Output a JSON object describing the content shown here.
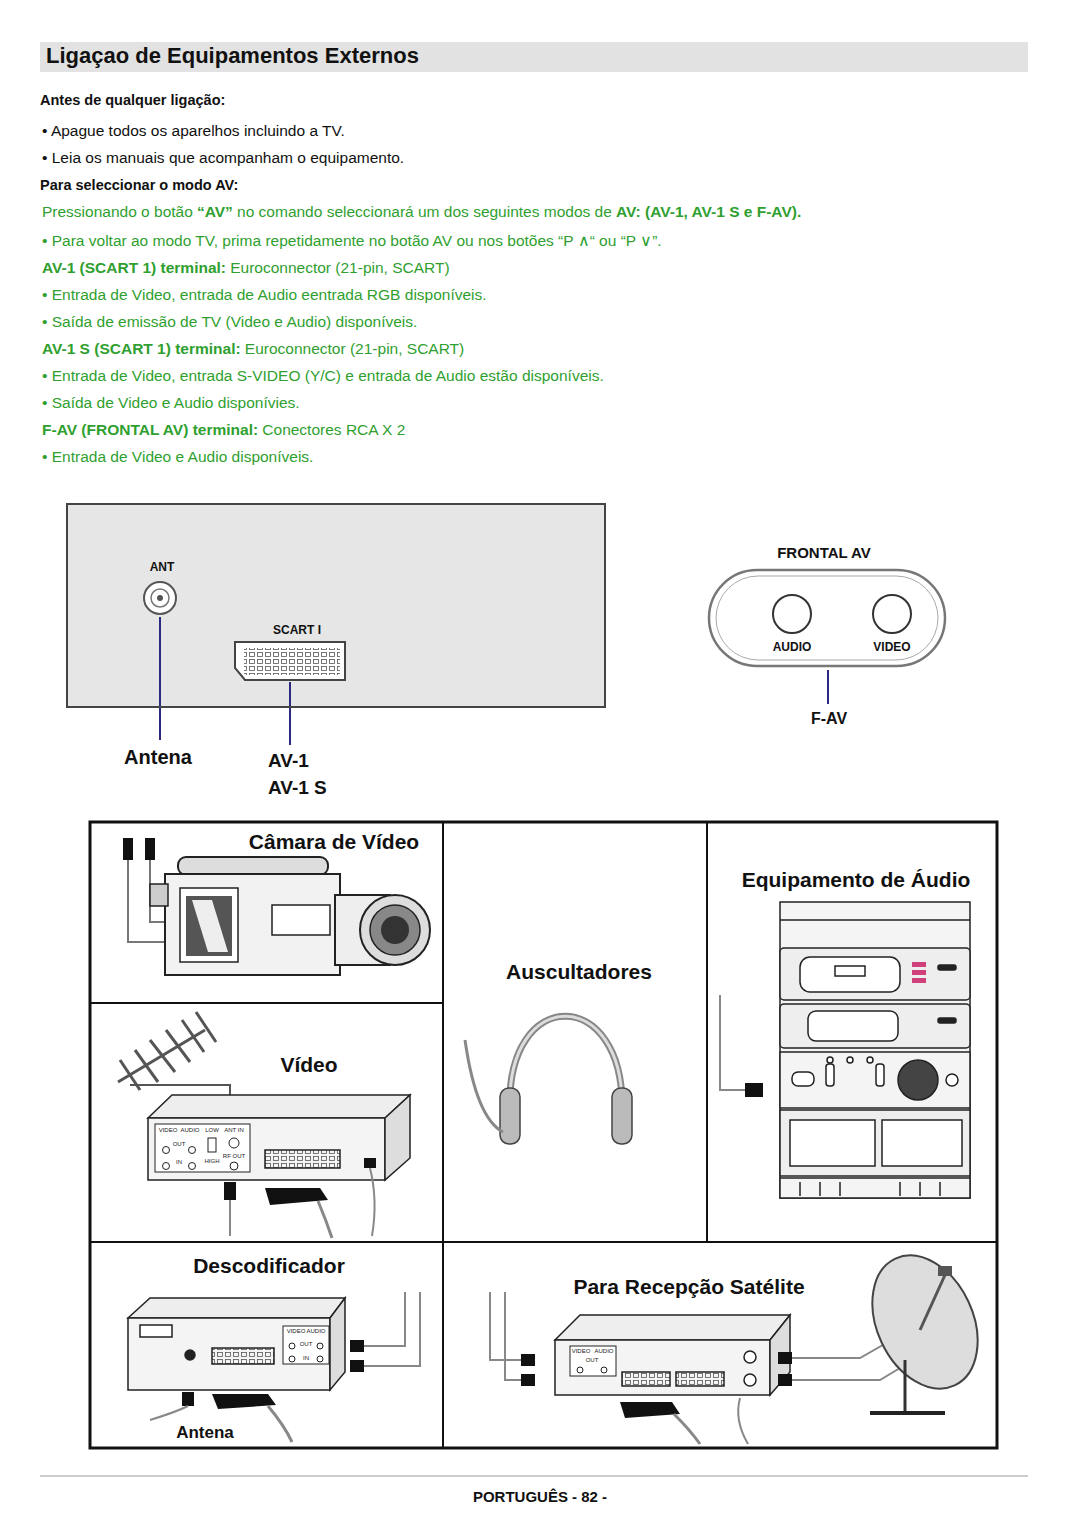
{
  "diagram": {
    "title": "Ligaçao de Equipamentos Externos",
    "nodes": [
      {
        "text": [
          "ANT",
          "SCART I"
        ]
      },
      {
        "text": [
          "FRONTAL AV",
          "AUDIO",
          "VIDEO"
        ]
      },
      {
        "text": [
          "Câmara de Vídeo"
        ]
      },
      {
        "text": [
          "Equipamento de Áudio"
        ]
      },
      {
        "text": [
          "Auscultadores"
        ]
      },
      {
        "text": [
          "Vídeo"
        ]
      },
      {
        "text": [
          "Descodificador"
        ]
      },
      {
        "text": [
          "Para Recepção Satélite"
        ]
      }
    ],
    "labels": [
      "Antes de qualquer ligação:",
      "• Apague todos os aparelhos incluindo a TV.",
      "• Leia os manuais que acompanham o equipamento.",
      "Para seleccionar o modo AV:",
      "Pressionando o botão",
      "“AV”",
      "no comando seleccionará um dos seguintes modos de",
      "AV: (AV-1, AV-1 S e F-AV).",
      "• Para voltar ao modo TV, prima repetidamente no botão AV ou nos botões “P ∧“ ou “P ∨”.",
      "AV-1 (SCART 1) terminal:",
      "Euroconnector (21-pin, SCART)",
      "• Entrada de Video, entrada de Audio eentrada RGB disponíveis.",
      "• Saída de emissão de TV (Video e Audio) disponíveis.",
      "AV-1 S (SCART 1) terminal:",
      "Euroconnector (21-pin, SCART)",
      "• Entrada de Video, entrada S-VIDEO (Y/C) e entrada de Audio estão disponíveis.",
      "• Saída de Video e Audio disponívies.",
      "F-AV (FRONTAL AV) terminal:",
      "Conectores RCA X 2",
      "• Entrada de Video e Audio disponíveis.",
      "Antena",
      "AV-1",
      "AV-1 S",
      "F-AV",
      "Antena",
      "VIDEO",
      "AUDIO",
      "OUT",
      "IN",
      "LOW",
      "HIGH",
      "ANT IN",
      "RF OUT",
      "VIDEO",
      "AUDIO",
      "OUT",
      "IN",
      "VIDEO",
      "AUDIO",
      "OUT",
      "PORTUGUÊS - 82 -"
    ]
  }
}
